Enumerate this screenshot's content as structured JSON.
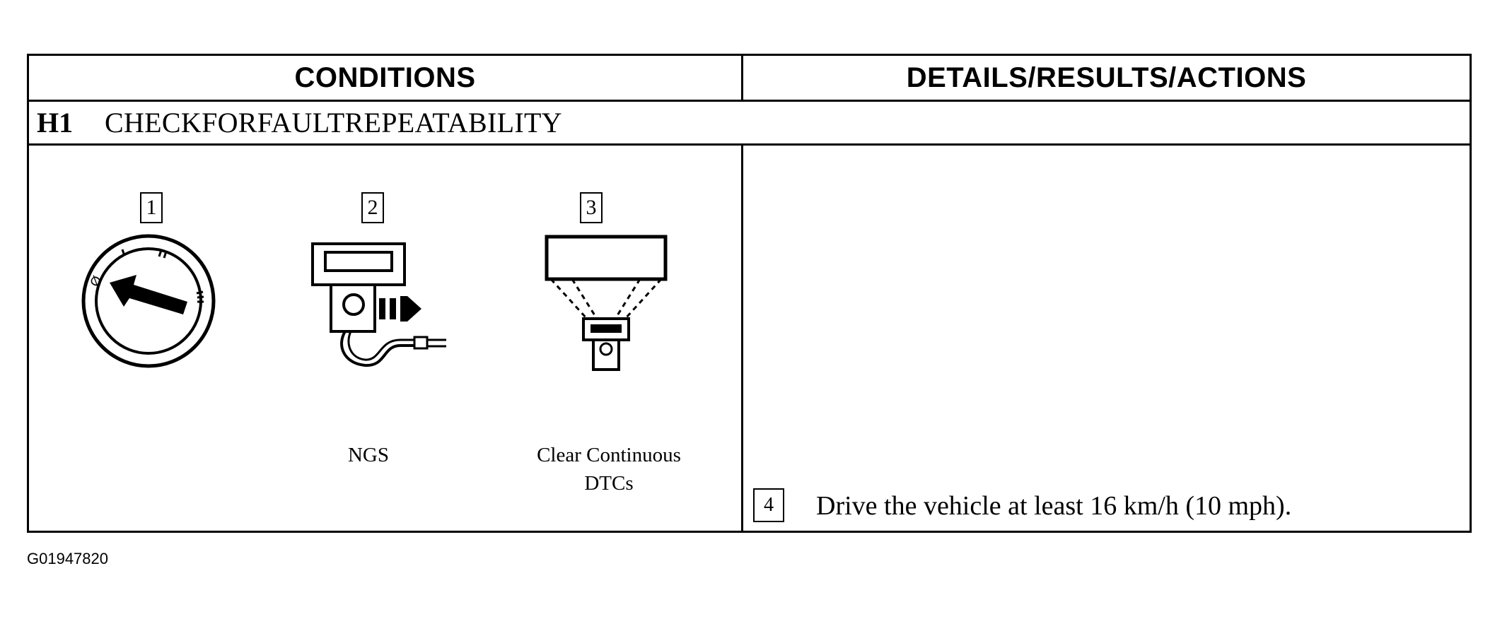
{
  "table": {
    "header_conditions": "CONDITIONS",
    "header_details": "DETAILS/RESULTS/ACTIONS",
    "step_id": "H1",
    "step_title": "CHECKFORFAULTREPEATABILITY"
  },
  "illustrations": [
    {
      "number": "1",
      "icon": "ignition-switch-icon",
      "caption": ""
    },
    {
      "number": "2",
      "icon": "ngs-tester-icon",
      "caption": "NGS"
    },
    {
      "number": "3",
      "icon": "clear-dtcs-icon",
      "caption_line1": "Clear Continuous",
      "caption_line2": "DTCs"
    }
  ],
  "instruction": {
    "number": "4",
    "text": "Drive the vehicle at least 16 km/h (10 mph)."
  },
  "figure_id": "G01947820"
}
